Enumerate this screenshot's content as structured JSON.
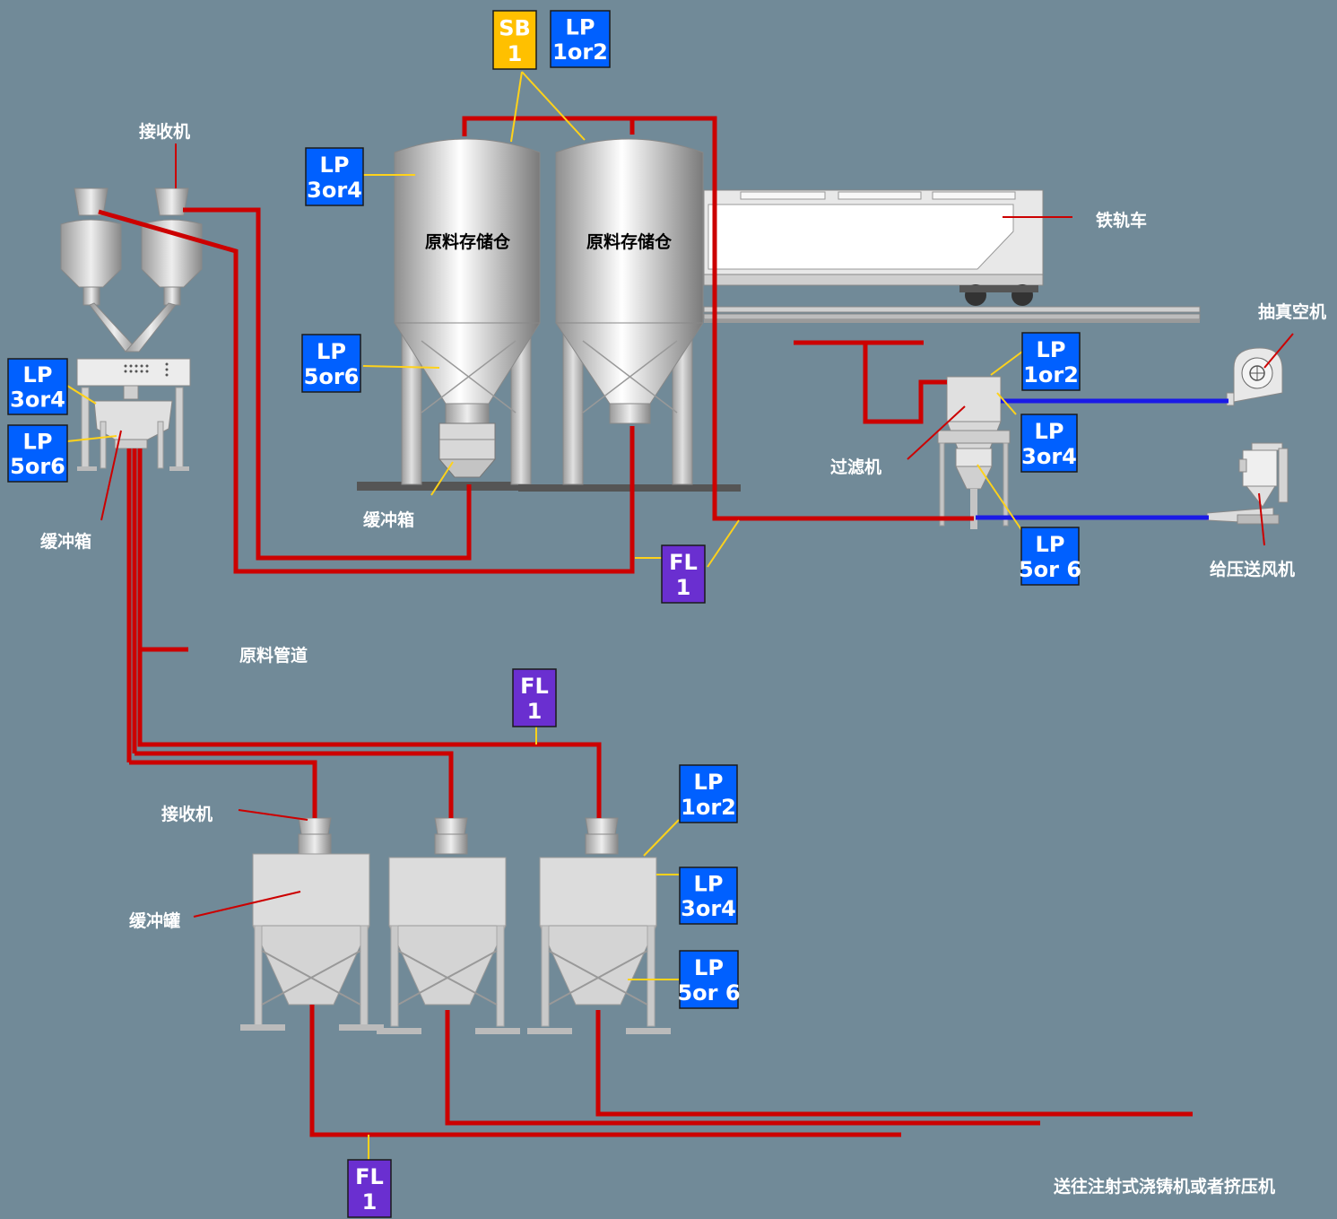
{
  "labels": {
    "receiver_top": "接收机",
    "silo_1": "原料存储仓",
    "silo_2": "原料存储仓",
    "railcar": "铁轨车",
    "vacuum_pump": "抽真空机",
    "filter": "过滤机",
    "blower": "给压送风机",
    "buffer_box_left": "缓冲箱",
    "buffer_box_mid": "缓冲箱",
    "material_pipe": "原料管道",
    "receiver_bottom": "接收机",
    "buffer_tank": "缓冲罐",
    "destination": "送往注射式浇铸机或者挤压机"
  },
  "tags": [
    {
      "id": "sb-top",
      "line1": "SB",
      "line2": "1",
      "color": "#ffc000"
    },
    {
      "id": "lp-top",
      "line1": "LP",
      "line2": "1or2",
      "color": "#0060ff"
    },
    {
      "id": "lp-silo-upper",
      "line1": "LP",
      "line2": "3or4",
      "color": "#0060ff"
    },
    {
      "id": "lp-silo-lower",
      "line1": "LP",
      "line2": "5or6",
      "color": "#0060ff"
    },
    {
      "id": "lp-left-upper",
      "line1": "LP",
      "line2": "3or4",
      "color": "#0060ff"
    },
    {
      "id": "lp-left-lower",
      "line1": "LP",
      "line2": "5or6",
      "color": "#0060ff"
    },
    {
      "id": "lp-filter-1",
      "line1": "LP",
      "line2": "1or2",
      "color": "#0060ff"
    },
    {
      "id": "lp-filter-2",
      "line1": "LP",
      "line2": "3or4",
      "color": "#0060ff"
    },
    {
      "id": "lp-filter-3",
      "line1": "LP",
      "line2": "5or 6",
      "color": "#0060ff"
    },
    {
      "id": "fl-mid",
      "line1": "FL",
      "line2": "1",
      "color": "#6a2fd0"
    },
    {
      "id": "fl-manifold",
      "line1": "FL",
      "line2": "1",
      "color": "#6a2fd0"
    },
    {
      "id": "lp-tank-1",
      "line1": "LP",
      "line2": "1or2",
      "color": "#0060ff"
    },
    {
      "id": "lp-tank-2",
      "line1": "LP",
      "line2": "3or4",
      "color": "#0060ff"
    },
    {
      "id": "lp-tank-3",
      "line1": "LP",
      "line2": "5or 6",
      "color": "#0060ff"
    },
    {
      "id": "fl-bottom",
      "line1": "FL",
      "line2": "1",
      "color": "#6a2fd0"
    }
  ],
  "colors": {
    "background": "#718a98",
    "material_pipe": "#cc0000",
    "air_pipe": "#1a1ae6",
    "leader": "#ffd21a"
  }
}
